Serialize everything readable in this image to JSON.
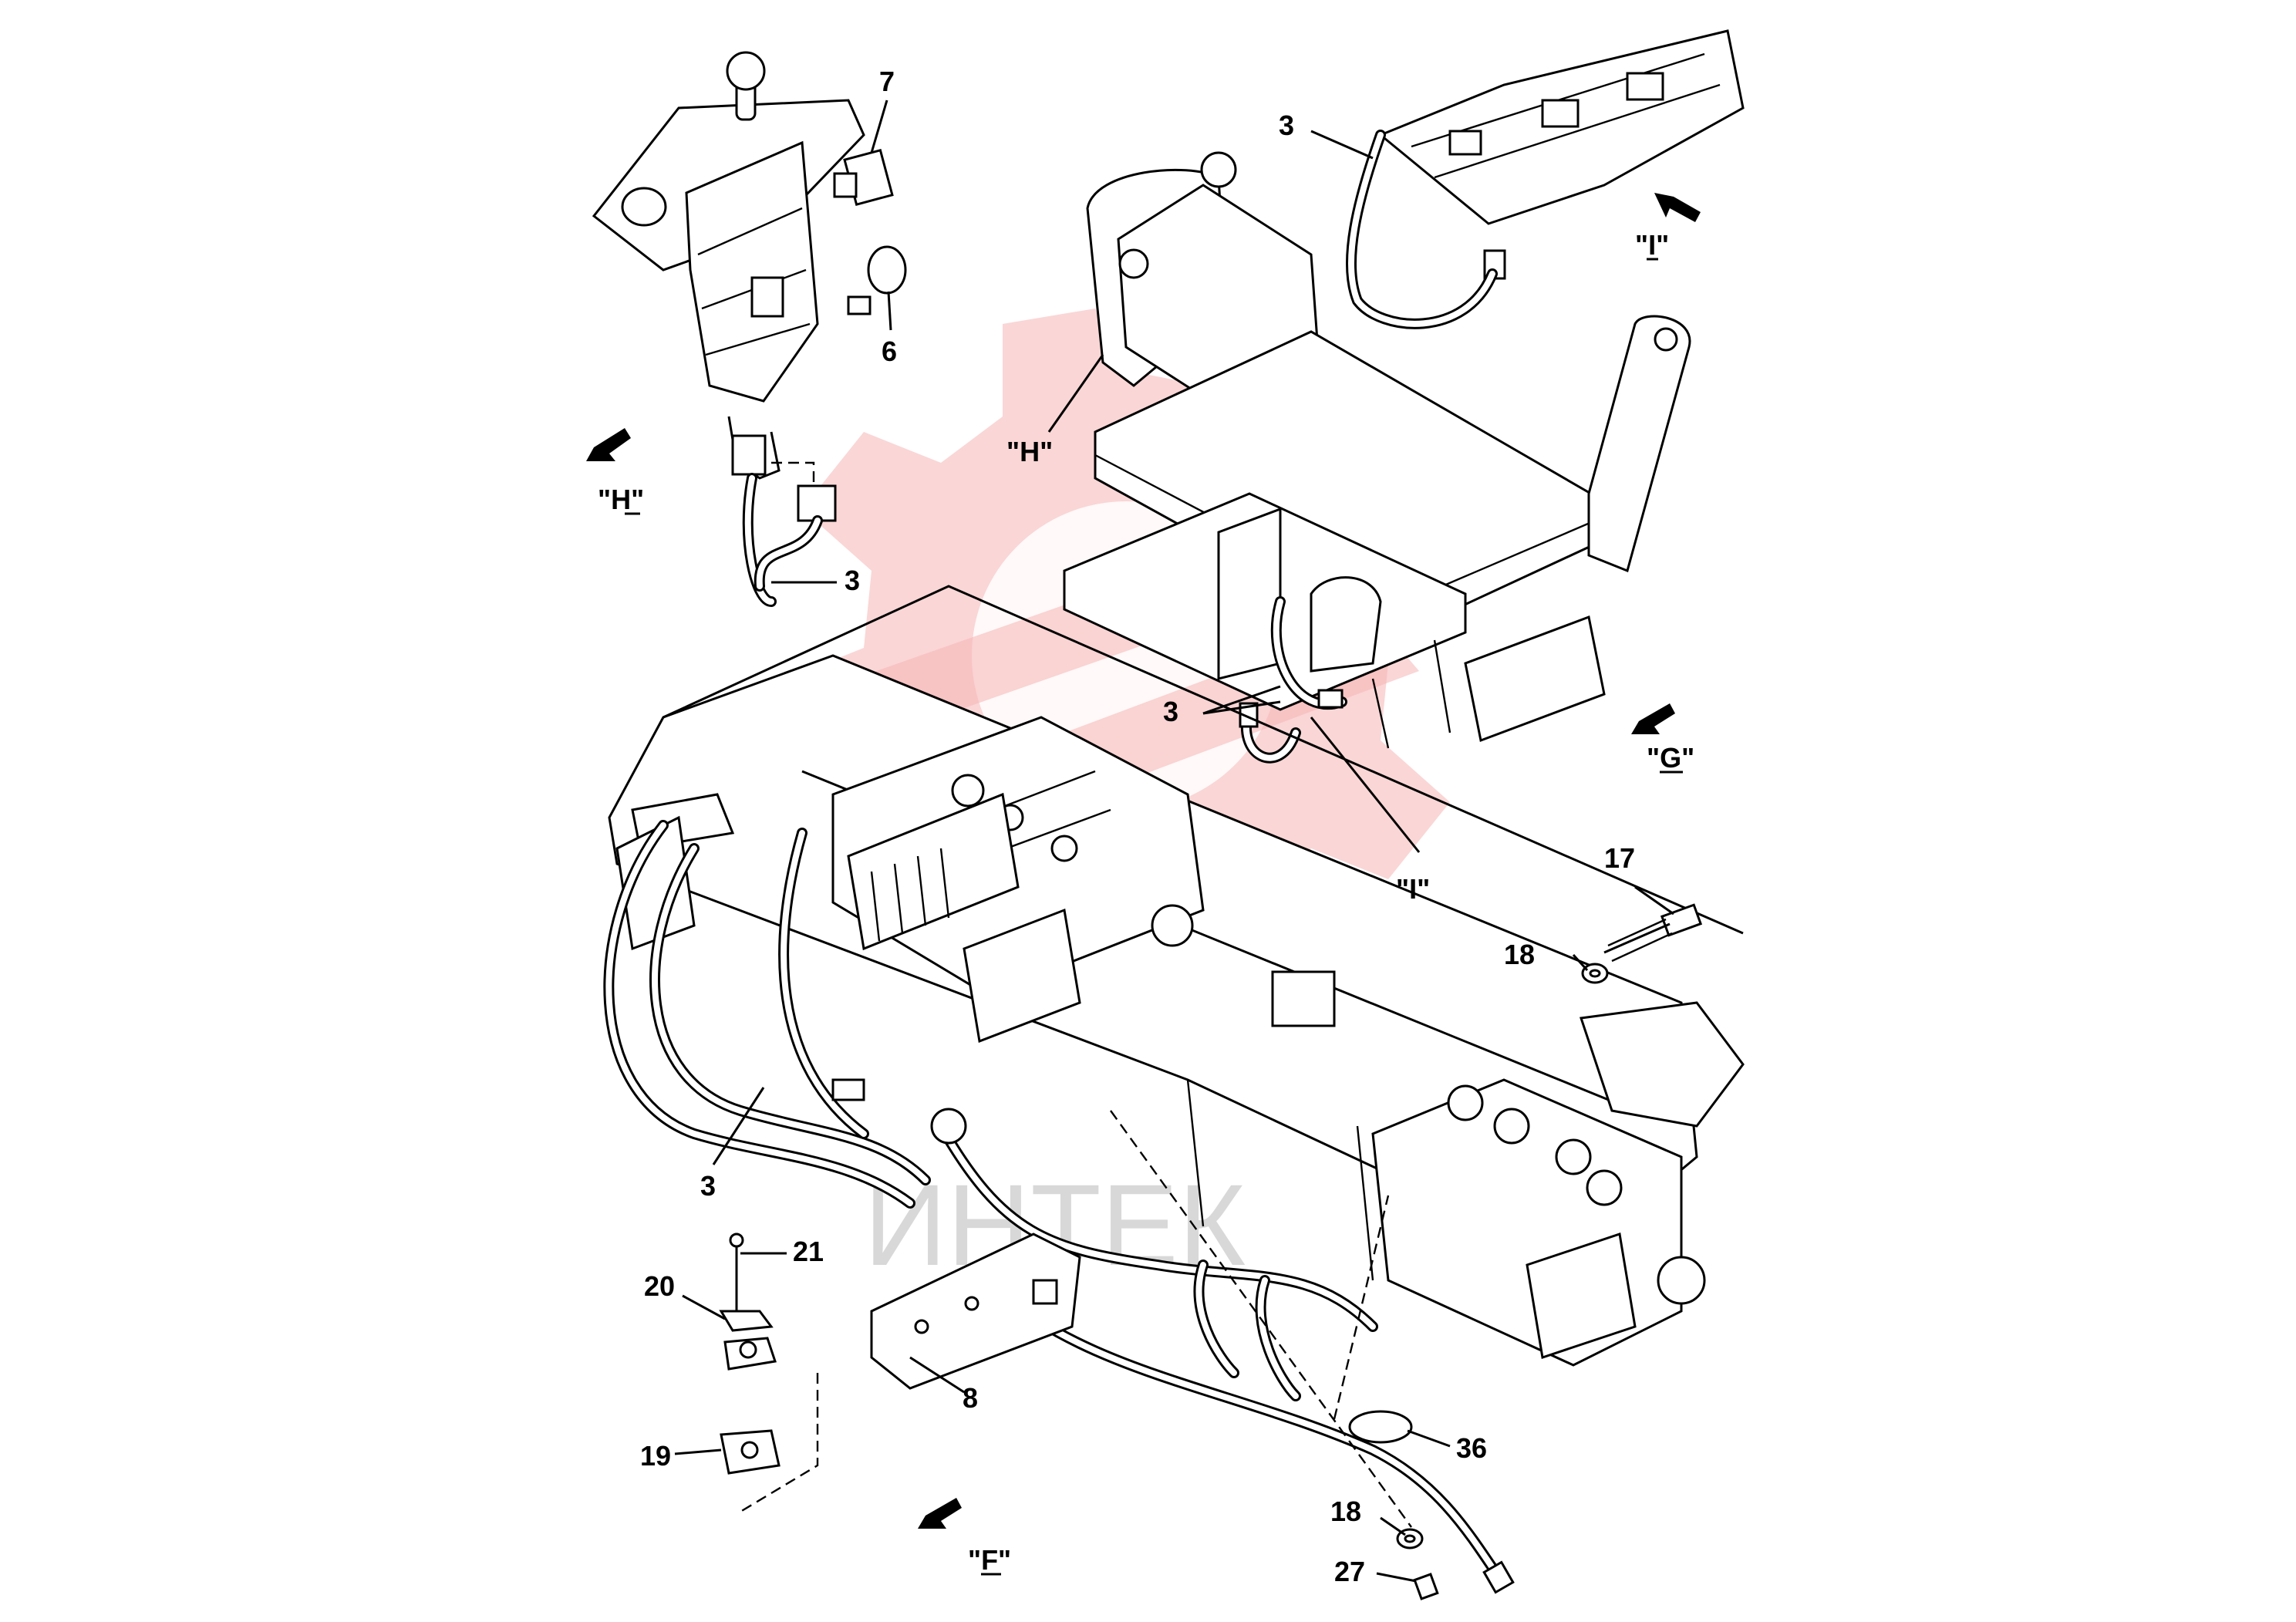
{
  "callouts": {
    "c7": "7",
    "c6": "6",
    "c3_top_left": "3",
    "c3_top_right": "3",
    "c3_center": "3",
    "c3_bottom": "3",
    "c17": "17",
    "c18_right": "18",
    "c18_bottom": "18",
    "c21": "21",
    "c20": "20",
    "c19": "19",
    "c8": "8",
    "c36": "36",
    "c27": "27"
  },
  "view_labels": {
    "h_arrow": "\"H\"",
    "h_ref": "\"H\"",
    "i_arrow": "\"I\"",
    "i_ref": "\"I\"",
    "g_arrow": "\"G\"",
    "f_arrow": "\"F\""
  },
  "watermark": {
    "text": "ИНТЕК",
    "color": "#f6b4b4"
  },
  "colors": {
    "line": "#000000",
    "background": "#ffffff"
  }
}
